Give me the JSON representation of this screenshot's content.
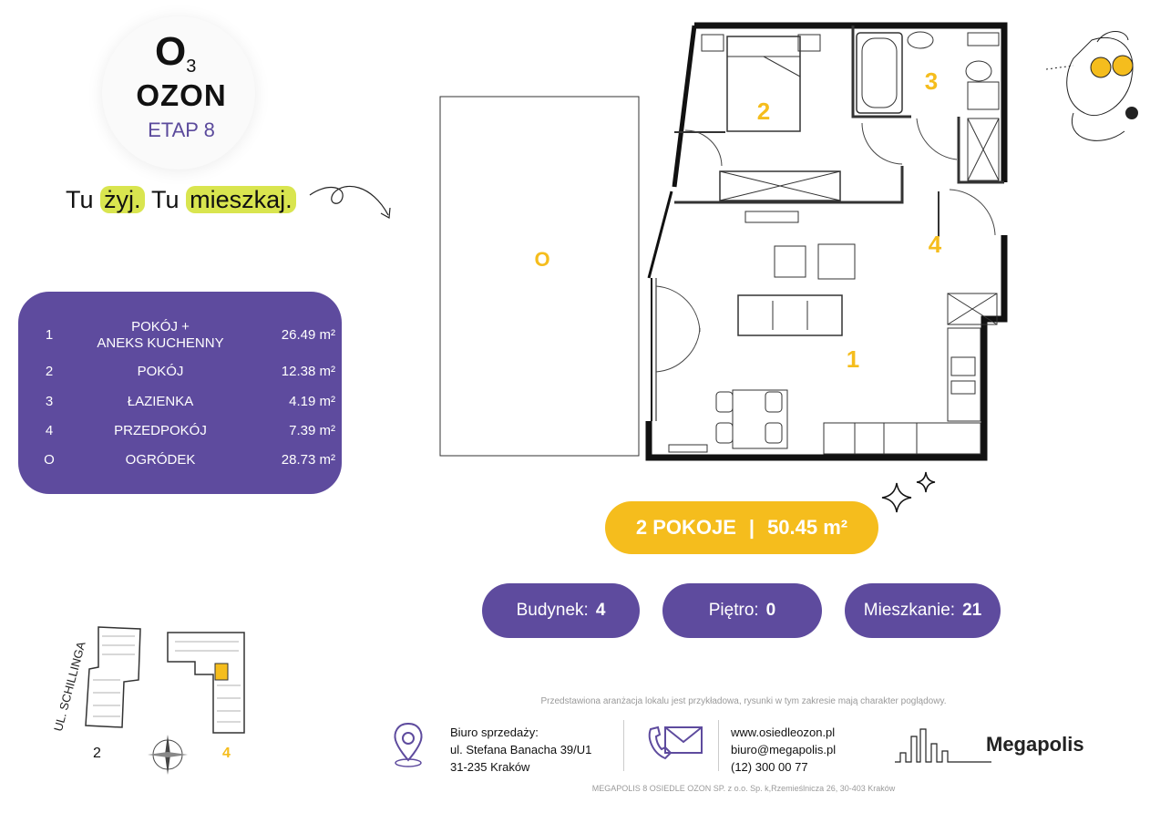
{
  "logo": {
    "mark": "O",
    "sub": "3",
    "name": "OZON",
    "stage": "ETAP 8"
  },
  "tagline": {
    "w1": "Tu",
    "w2": "żyj.",
    "w3": "Tu",
    "w4": "mieszkaj."
  },
  "rooms": [
    {
      "num": "1",
      "name": "POKÓJ +\nANEKS KUCHENNY",
      "area": "26.49 m²"
    },
    {
      "num": "2",
      "name": "POKÓJ",
      "area": "12.38 m²"
    },
    {
      "num": "3",
      "name": "ŁAZIENKA",
      "area": "4.19 m²"
    },
    {
      "num": "4",
      "name": "PRZEDPOKÓJ",
      "area": "7.39 m²"
    },
    {
      "num": "O",
      "name": "OGRÓDEK",
      "area": "28.73 m²"
    }
  ],
  "plan_labels": {
    "garden": "O",
    "room1": "1",
    "room2": "2",
    "room3": "3",
    "room4": "4"
  },
  "summary": {
    "rooms": "2 POKOJE",
    "sep": "|",
    "area": "50.45 m²"
  },
  "info": {
    "building_label": "Budynek:",
    "building": "4",
    "floor_label": "Piętro:",
    "floor": "0",
    "apartment_label": "Mieszkanie:",
    "apartment": "21"
  },
  "sitemap": {
    "street": "UL. SCHILLINGA",
    "building_a": "2",
    "building_b": "4"
  },
  "disclaimer": "Przedstawiona aranżacja lokalu jest przykładowa, rysunki w tym zakresie mają charakter poglądowy.",
  "office": {
    "title": "Biuro sprzedaży:",
    "street": "ul. Stefana Banacha 39/U1",
    "city": "31-235 Kraków"
  },
  "contact": {
    "web": "www.osiedleozon.pl",
    "email": "biuro@megapolis.pl",
    "phone": "(12) 300 00 77"
  },
  "brand": "Megapolis",
  "footer": "MEGAPOLIS 8 OSIEDLE OZON SP. z o.o. Sp. k,Rzemieślnicza 26, 30-403 Kraków",
  "colors": {
    "purple": "#5e4b9e",
    "yellow": "#f5bd1d",
    "lime": "#d9e54f"
  }
}
